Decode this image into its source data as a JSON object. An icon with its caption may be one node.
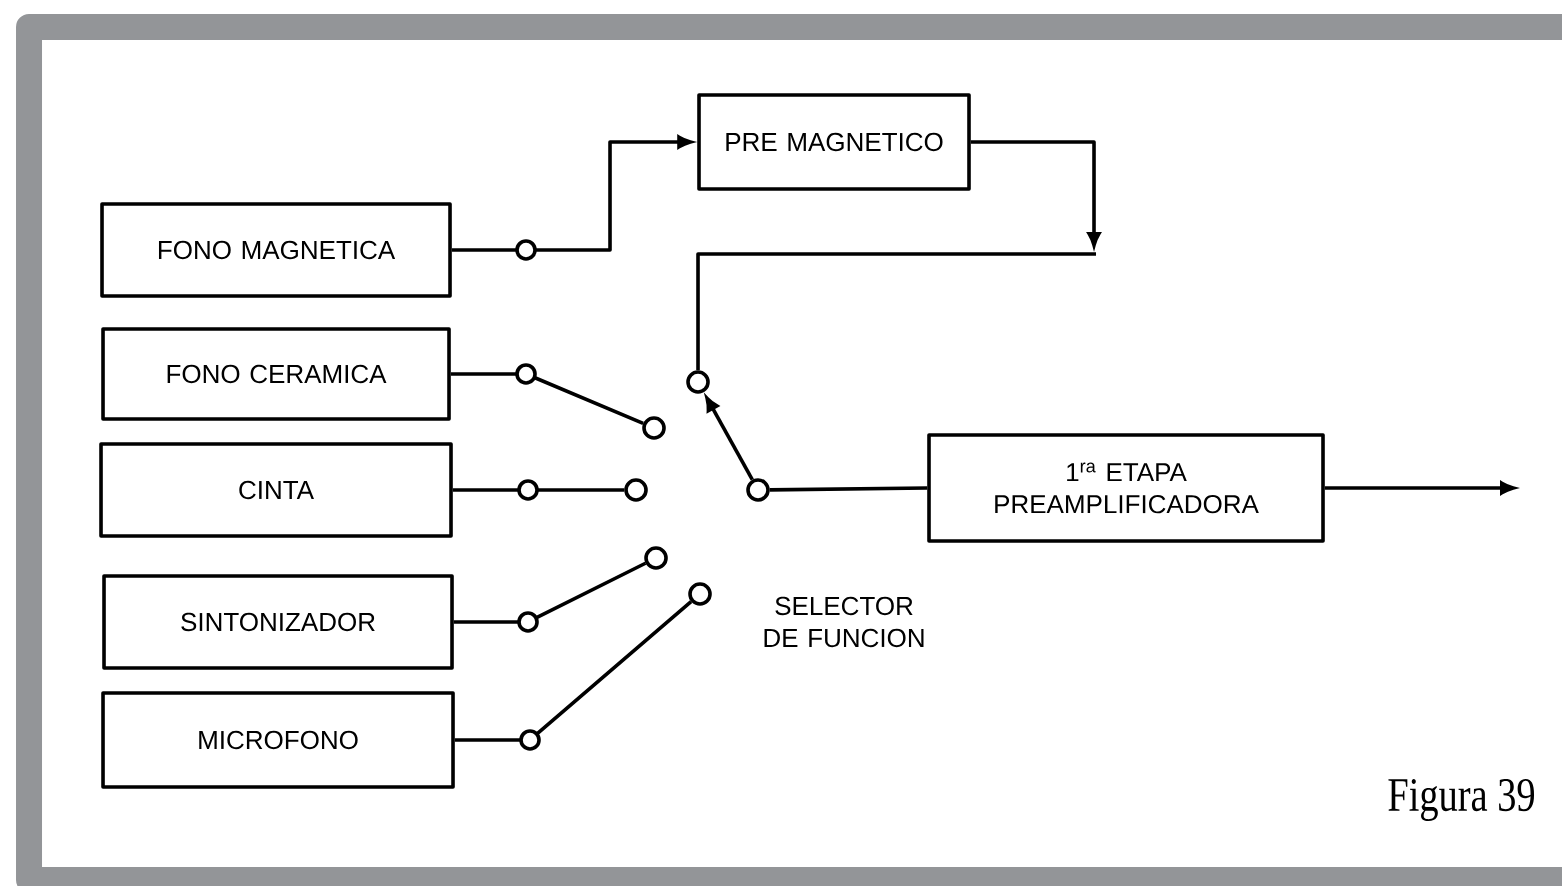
{
  "diagram": {
    "caption": "Figura 39",
    "nodes": [
      {
        "text": [
          "FONO MAGNETICA"
        ]
      },
      {
        "text": [
          "PRE MAGNETICO"
        ]
      },
      {
        "text": [
          "FONO CERAMICA"
        ]
      },
      {
        "text": [
          "CINTA"
        ]
      },
      {
        "text": [
          "SINTONIZADOR"
        ]
      },
      {
        "text": [
          "MICROFONO"
        ]
      },
      {
        "text": [],
        "shape": "circle"
      },
      {
        "text": [],
        "shape": "circle"
      },
      {
        "text": [],
        "shape": "circle"
      },
      {
        "text": [],
        "shape": "circle"
      },
      {
        "text": [],
        "shape": "circle"
      },
      {
        "text": [],
        "shape": "circle"
      },
      {
        "text": [
          "1$^{ra}$ ETAPA PREAMPLIFICADORA"
        ]
      }
    ],
    "edges": [
      {
        "from": 0,
        "to": 1,
        "arrow": "to"
      },
      {
        "from": 1,
        "to": null,
        "arrow": "to"
      },
      {
        "from": null,
        "to": 6,
        "arrow": "none"
      },
      {
        "from": 2,
        "to": 7,
        "arrow": "none"
      },
      {
        "from": 3,
        "to": 8,
        "arrow": "none"
      },
      {
        "from": 4,
        "to": 9,
        "arrow": "none"
      },
      {
        "from": 5,
        "to": 10,
        "arrow": "none"
      },
      {
        "from": 11,
        "to": 6,
        "arrow": "to"
      },
      {
        "from": 11,
        "to": 12,
        "arrow": "none"
      },
      {
        "from": 12,
        "to": null,
        "arrow": "to"
      }
    ],
    "labels": [
      "SELECTOR DE FUNCION"
    ]
  }
}
